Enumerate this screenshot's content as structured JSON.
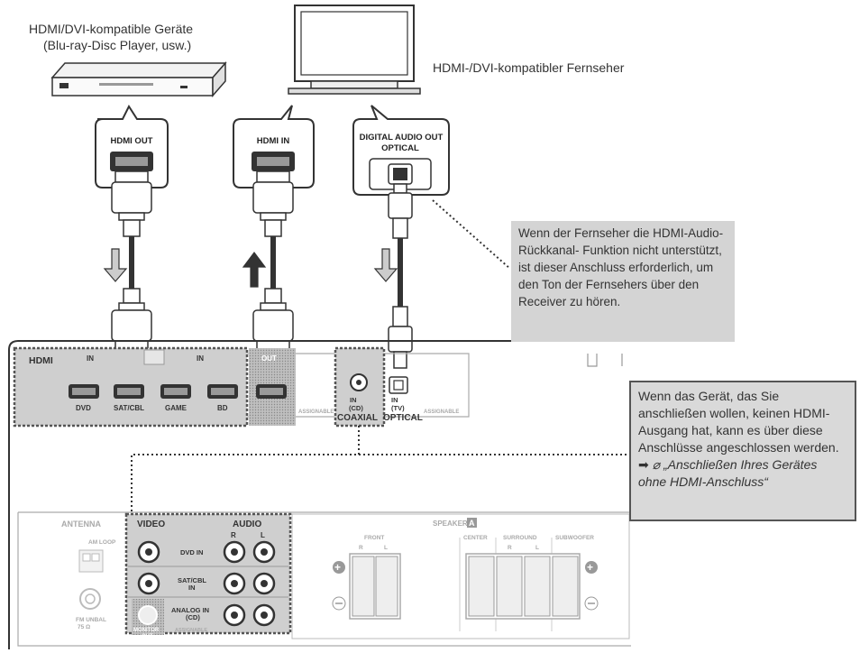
{
  "top_labels": {
    "hdmi_devices": "HDMI/DVI-kompatible Geräte",
    "hdmi_devices_sub": "(Blu-ray-Disc Player, usw.)",
    "tv": "HDMI-/DVI-kompatibler Fernseher"
  },
  "bubbles": {
    "hdmi_out": "HDMI OUT",
    "hdmi_in": "HDMI IN",
    "digital_audio_out": "DIGITAL AUDIO OUT",
    "optical": "OPTICAL"
  },
  "callouts": {
    "arc_note": "Wenn der Fernseher die HDMI-Audio-Rückkanal- Funktion nicht unterstützt, ist dieser Anschluss erforderlich, um den Ton der Fernsehers über den Receiver zu hören.",
    "no_hdmi_note": "Wenn das Gerät, das Sie anschließen wollen, keinen HDMI-Ausgang hat, kann es über diese Anschlüsse angeschlossen werden. ➡",
    "no_hdmi_ref": "„Anschließen Ihres Gerätes ohne HDMI-Anschluss“"
  },
  "panel": {
    "hdmi": "HDMI",
    "in1": "IN",
    "in2": "IN",
    "out": "OUT",
    "dvd": "DVD",
    "satcbl": "SAT/CBL",
    "game": "GAME",
    "bd": "BD",
    "assignable1": "ASSIGNABLE",
    "coax_in": "IN ",
    "coax_cd": "(CD)",
    "coaxial": "COAXIAL",
    "opt_in": "IN ",
    "opt_tv": "(TV)",
    "optical": "OPTICAL",
    "assignable2": "ASSIGNABLE",
    "antenna": "ANTENNA",
    "am_loop": "AM LOOP",
    "fm_unbal": "FM UNBAL",
    "ohm": "75 Ω",
    "video": "VIDEO",
    "audio": "AUDIO",
    "r": "R",
    "l": "L",
    "dvd_in": "DVD IN",
    "satcbl_in": "SAT/CBL",
    "satcbl_in2": "IN",
    "analog_in": "ANALOG IN",
    "analog_cd": "(CD)",
    "assignable3": "ASSIGNABLE",
    "monitor_out": "MONITOR",
    "monitor_out2": "OUT",
    "speakers": "SPEAKERS",
    "speakers_a": "A",
    "front": "FRONT",
    "center": "CENTER",
    "surround": "SURROUND",
    "subwoofer": "SUBWOOFER",
    "fr": "R",
    "fl": "L",
    "sr": "R",
    "sl": "L"
  },
  "colors": {
    "panel_grey": "#cfcfcf",
    "dotted_border": "#555555",
    "callout_grey": "#d4d4d4"
  }
}
